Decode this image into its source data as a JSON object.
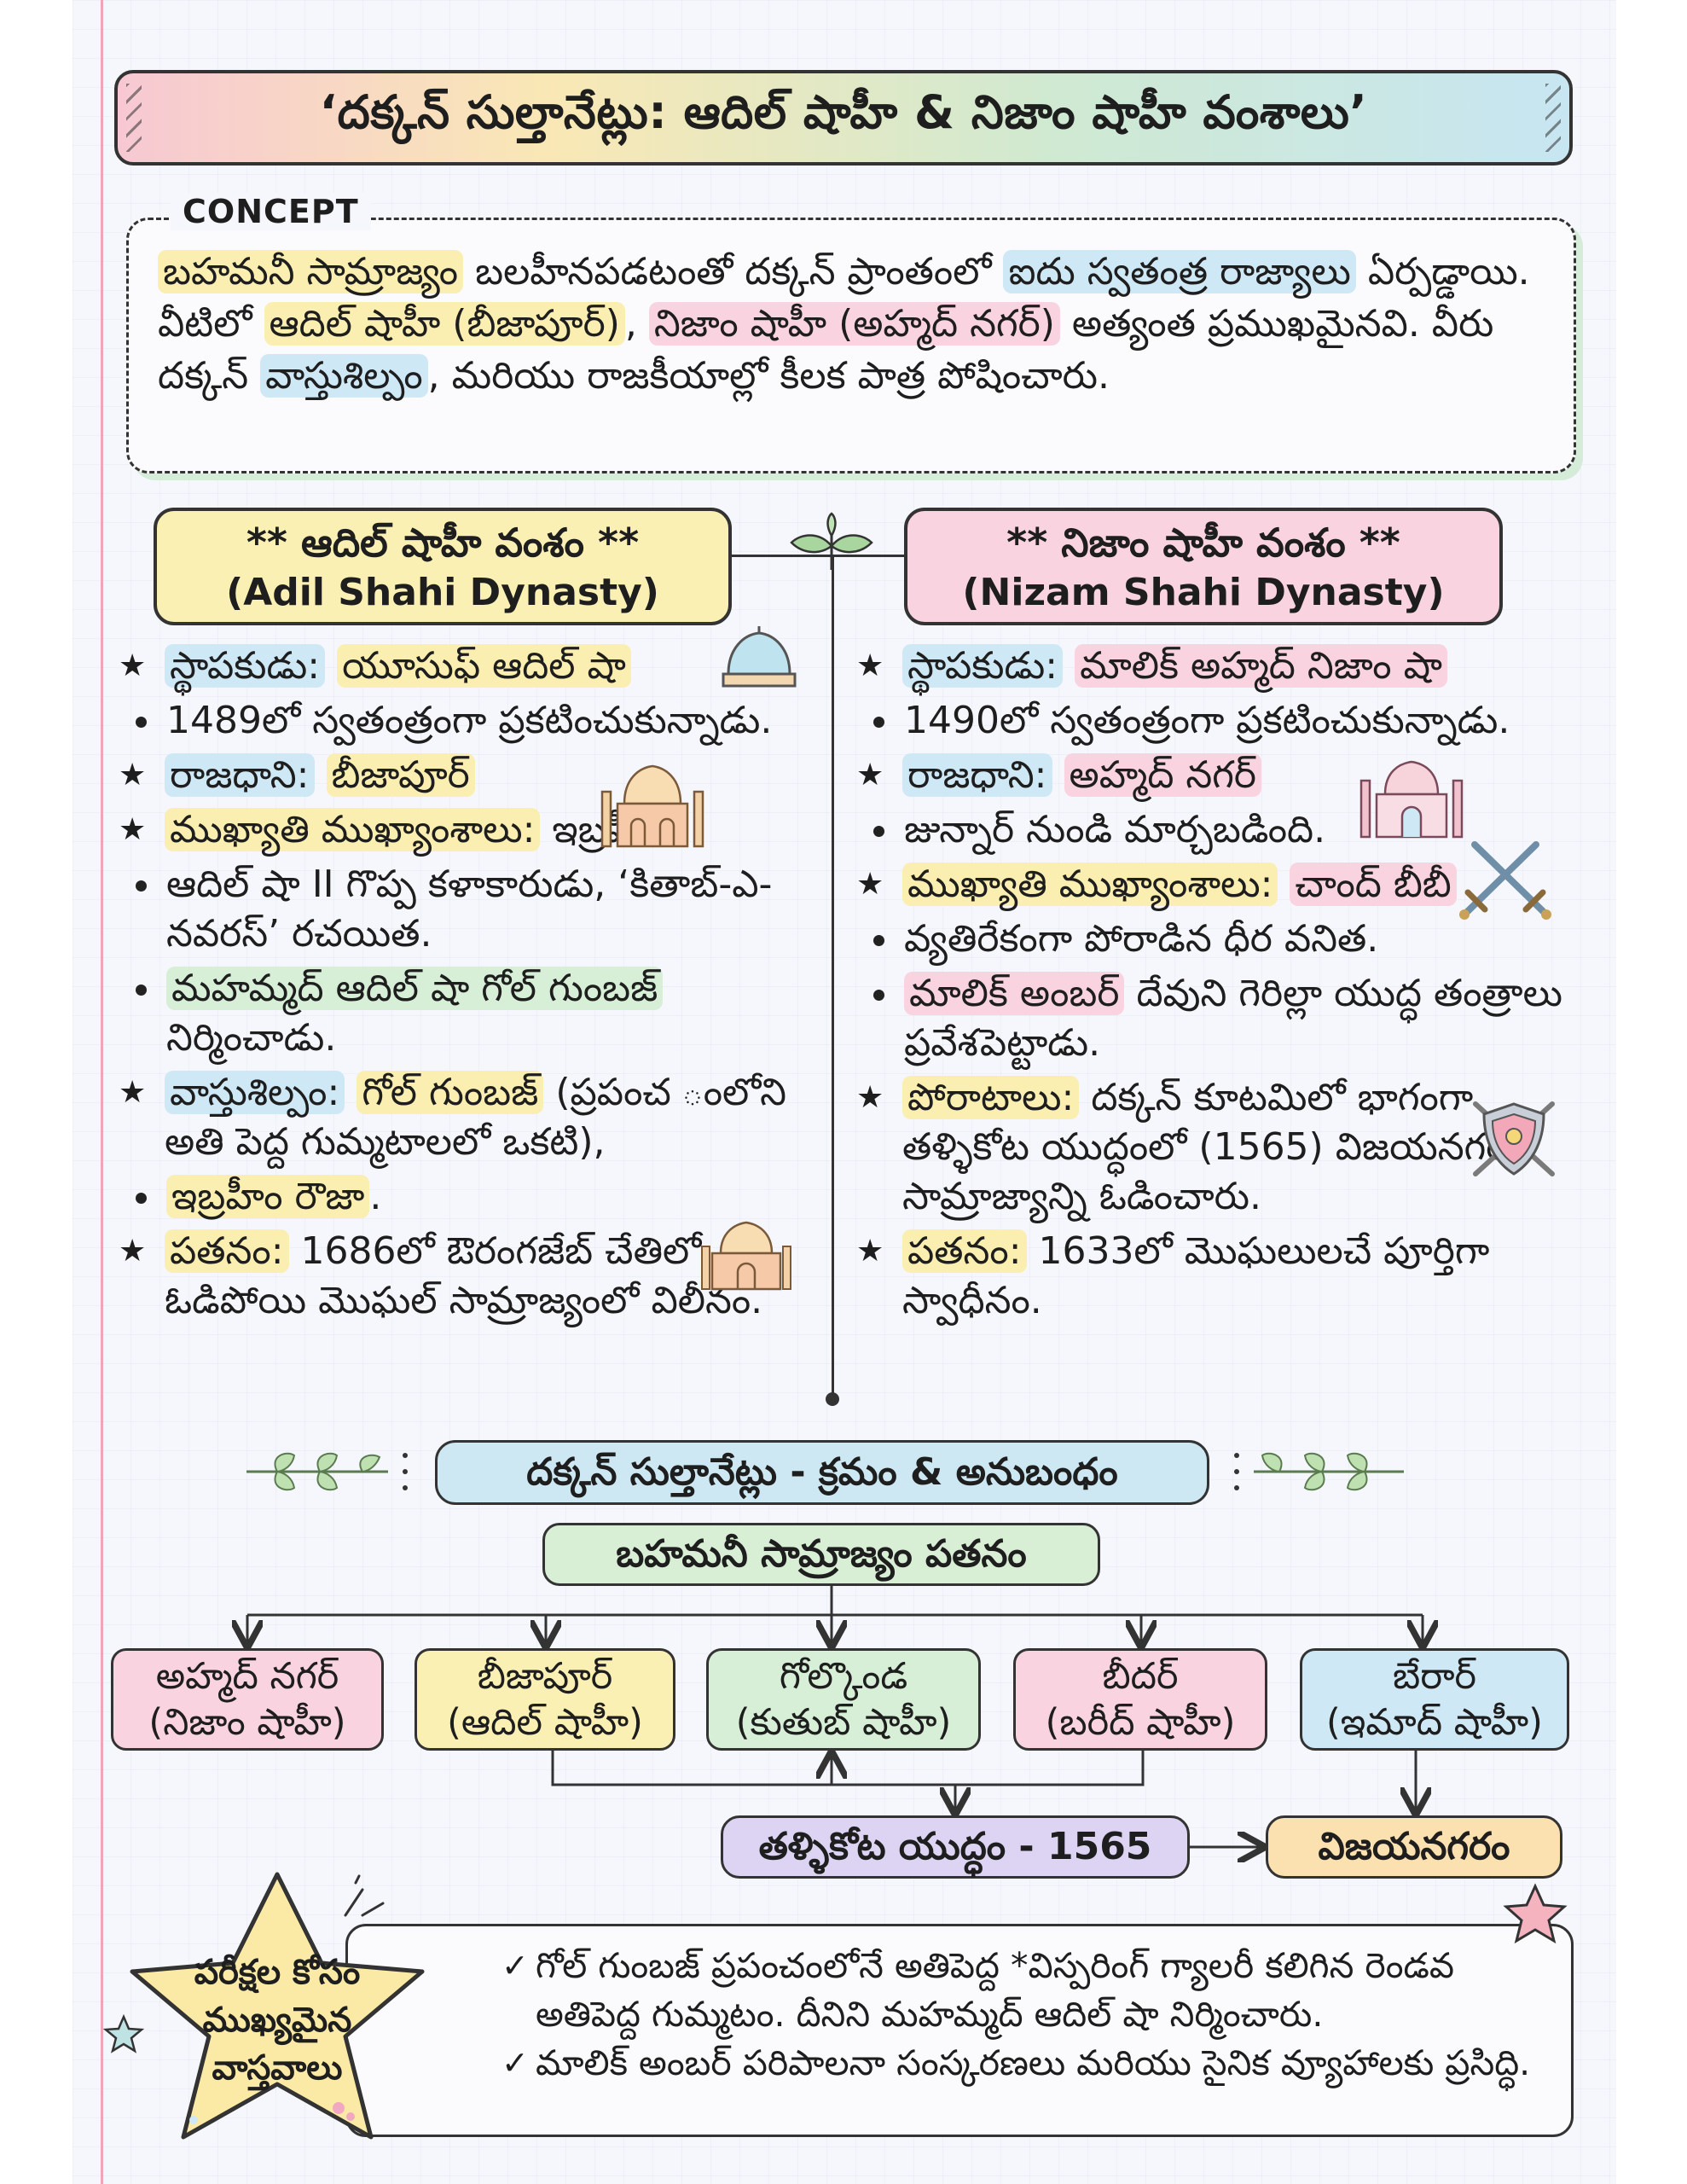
{
  "title": "‘దక్కన్ సుల్తానేట్లు: ఆదిల్ షాహీ & నిజాం షాహీ వంశాలు’",
  "concept": {
    "label": "CONCEPT",
    "text": [
      {
        "t": "బహమనీ సామ్రాజ్యం",
        "hl": "y"
      },
      {
        "t": " బలహీనపడటంతో దక్కన్ ప్రాంతంలో ",
        "hl": ""
      },
      {
        "t": "ఐదు స్వతంత్ర రాజ్యాలు",
        "hl": "b"
      },
      {
        "t": " ఏర్పడ్డాయి. వీటిలో ",
        "hl": ""
      },
      {
        "t": "ఆదిల్ షాహీ (బీజాపూర్)",
        "hl": "y"
      },
      {
        "t": ", ",
        "hl": ""
      },
      {
        "t": "నిజాం షాహీ (అహ్మద్ నగర్)",
        "hl": "p"
      },
      {
        "t": " అత్యంత ప్రముఖమైనవి. వీరు దక్కన్ ",
        "hl": ""
      },
      {
        "t": "వాస్తుశిల్పం",
        "hl": "b"
      },
      {
        "t": ", మరియు రాజకీయాల్లో కీలక పాత్ర పోషించారు.",
        "hl": ""
      }
    ]
  },
  "adil": {
    "title": "** ఆదిల్ షాహీ వంశం **",
    "subtitle": "(Adil Shahi Dynasty)",
    "items": [
      {
        "type": "star",
        "parts": [
          {
            "t": "స్థాపకుడు:",
            "hl": "b"
          },
          {
            "t": " ",
            "hl": ""
          },
          {
            "t": "యూసుఫ్ ఆదిల్ షా",
            "hl": "y"
          }
        ]
      },
      {
        "type": "dot",
        "parts": [
          {
            "t": "1489లో స్వతంత్రంగా ప్రకటించుకున్నాడు.",
            "hl": ""
          }
        ]
      },
      {
        "type": "star",
        "parts": [
          {
            "t": "రాజధాని:",
            "hl": "b"
          },
          {
            "t": " ",
            "hl": ""
          },
          {
            "t": "బీజాపూర్",
            "hl": "y"
          }
        ]
      },
      {
        "type": "star",
        "parts": [
          {
            "t": "ముఖ్యాతి ముఖ్యాంశాలు:",
            "hl": "y"
          },
          {
            "t": " ఇబ్రహీం",
            "hl": ""
          }
        ]
      },
      {
        "type": "dot",
        "parts": [
          {
            "t": "ఆదిల్ షా II గొప్ప కళాకారుడు, ‘కితాబ్-ఎ-నవరస్’ రచయిత.",
            "hl": ""
          }
        ]
      },
      {
        "type": "dot",
        "parts": [
          {
            "t": "మహమ్మద్ ఆదిల్ షా గోల్ గుంబజ్",
            "hl": "g"
          },
          {
            "t": " నిర్మించాడు.",
            "hl": ""
          }
        ]
      },
      {
        "type": "star",
        "parts": [
          {
            "t": "వాస్తుశిల్పం:",
            "hl": "b"
          },
          {
            "t": " ",
            "hl": ""
          },
          {
            "t": "గోల్ గుంబజ్",
            "hl": "y"
          },
          {
            "t": " (ప్రపంచ ంలోని అతి పెద్ద గుమ్మటాలలో ఒకటి),",
            "hl": ""
          }
        ]
      },
      {
        "type": "dot",
        "parts": [
          {
            "t": "ఇబ్రహీం రౌజా",
            "hl": "y"
          },
          {
            "t": ".",
            "hl": ""
          }
        ]
      },
      {
        "type": "star",
        "parts": [
          {
            "t": "పతనం:",
            "hl": "y"
          },
          {
            "t": " 1686లో ఔరంగజేబ్ చేతిలో ఓడిపోయి మొఘల్ సామ్రాజ్యంలో విలీనం.",
            "hl": ""
          }
        ]
      }
    ]
  },
  "nizam": {
    "title": "** నిజాం షాహీ వంశం **",
    "subtitle": "(Nizam Shahi Dynasty)",
    "items": [
      {
        "type": "star",
        "parts": [
          {
            "t": "స్థాపకుడు:",
            "hl": "b"
          },
          {
            "t": " ",
            "hl": ""
          },
          {
            "t": "మాలిక్ అహ్మద్ నిజాం షా",
            "hl": "p"
          }
        ]
      },
      {
        "type": "dot",
        "parts": [
          {
            "t": "1490లో స్వతంత్రంగా ప్రకటించుకున్నాడు.",
            "hl": ""
          }
        ]
      },
      {
        "type": "star",
        "parts": [
          {
            "t": "రాజధాని:",
            "hl": "b"
          },
          {
            "t": " ",
            "hl": ""
          },
          {
            "t": "అహ్మద్ నగర్",
            "hl": "p"
          }
        ]
      },
      {
        "type": "dot",
        "parts": [
          {
            "t": "జున్నార్ నుండి మార్చబడింది.",
            "hl": ""
          }
        ]
      },
      {
        "type": "star",
        "parts": [
          {
            "t": "ముఖ్యాతి ముఖ్యాంశాలు:",
            "hl": "y"
          },
          {
            "t": " ",
            "hl": ""
          },
          {
            "t": "చాంద్ బీబీ",
            "hl": "p"
          }
        ]
      },
      {
        "type": "dot",
        "parts": [
          {
            "t": "వ్యతిరేకంగా  పోరాడిన ధీర వనిత.",
            "hl": ""
          }
        ]
      },
      {
        "type": "dot",
        "parts": [
          {
            "t": "మాలిక్ అంబర్",
            "hl": "p"
          },
          {
            "t": " దేవుని గెరిల్లా యుద్ధ తంత్రాలు ప్రవేశపెట్టాడు.",
            "hl": ""
          }
        ]
      },
      {
        "type": "star",
        "parts": [
          {
            "t": "పోరాటాలు:",
            "hl": "y"
          },
          {
            "t": " దక్కన్ కూటమిలో భాగంగా తళ్ళికోట యుద్ధంలో (1565) విజయనగర సామ్రాజ్యాన్ని ఓడించారు.",
            "hl": ""
          }
        ]
      },
      {
        "type": "star",
        "parts": [
          {
            "t": "పతనం:",
            "hl": "y"
          },
          {
            "t": " 1633లో మొఘలులచే పూర్తిగా స్వాధీనం.",
            "hl": ""
          }
        ]
      }
    ]
  },
  "sequence": {
    "title": "దక్కన్ సుల్తానేట్లు - క్రమం & అనుబంధం",
    "root": "బహమనీ సామ్రాజ్యం పతనం",
    "kingdoms": [
      {
        "name": "అహ్మద్ నగర్",
        "dynasty": "(నిజాం షాహీ)"
      },
      {
        "name": "బీజాపూర్",
        "dynasty": "(ఆదిల్ షాహీ)"
      },
      {
        "name": "గోల్కొండ",
        "dynasty": "(కుతుబ్ షాహీ)"
      },
      {
        "name": "బీదర్",
        "dynasty": "(బరీద్ షాహీ)"
      },
      {
        "name": "బేరార్",
        "dynasty": "(ఇమాద్ షాహీ)"
      }
    ],
    "battle": "తళ్ళికోట యుద్ధం - 1565",
    "result": "విజయనగరం"
  },
  "exam": {
    "badge": "పరీక్షల కోసం ముఖ్యమైన వాస్తవాలు",
    "points": [
      "గోల్ గుంబజ్ ప్రపంచంలోనే అతిపెద్ద *విస్పరింగ్ గ్యాలరీ కలిగిన రెండవ అతిపెద్ద గుమ్మటం. దీనిని మహమ్మద్ ఆదిల్ షా నిర్మించారు.",
      "మాలిక్ అంబర్ పరిపాలనా సంస్కరణలు మరియు సైనిక వ్యూహాలకు ప్రసిద్ధి."
    ]
  },
  "colors": {
    "yellow": "#faeeb0",
    "blue": "#cfe8f5",
    "pink": "#f9d3df",
    "green": "#d6efd6",
    "purple": "#ddd3f3",
    "orange": "#fbe0b0"
  },
  "icons": [
    "dome-icon",
    "mosque-icon",
    "crossed-swords-icon",
    "shield-icon",
    "sprout-icon",
    "leaf-branch-icon",
    "star-icon"
  ]
}
